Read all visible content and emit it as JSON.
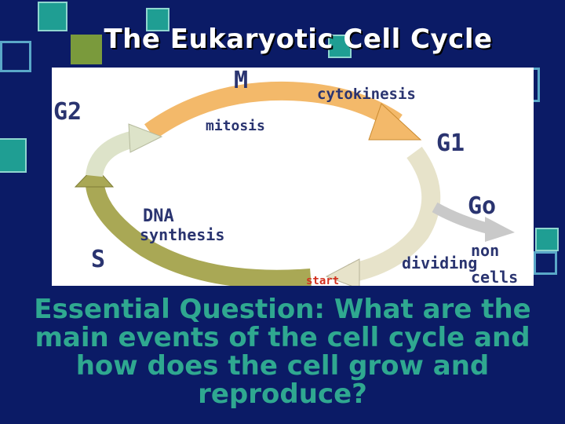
{
  "slide": {
    "title": "The Eukaryotic Cell Cycle",
    "essential_question": "Essential Question: What are the main events of the cell cycle and how does the cell grow and reproduce?"
  },
  "diagram": {
    "labels": {
      "m": "M",
      "cytokinesis": "cytokinesis",
      "g2": "G2",
      "mitosis": "mitosis",
      "g1": "G1",
      "g0": "Go",
      "dna": "DNA",
      "synthesis": "synthesis",
      "s": "S",
      "non": "non",
      "dividing": "dividing",
      "cells": "cells",
      "start": "start"
    },
    "colors": {
      "mitosis_arc": "#f3b96a",
      "g1_arc": "#e7e3ca",
      "s_arc": "#a9a855",
      "g2_arc": "#dde3c9",
      "g0_arrow": "#c9c9c9",
      "label_dark": "#2a3470",
      "start_label": "#d2301f"
    }
  },
  "colors": {
    "background": "#0b1b66",
    "title": "#ffffff",
    "question": "#2fa890"
  }
}
